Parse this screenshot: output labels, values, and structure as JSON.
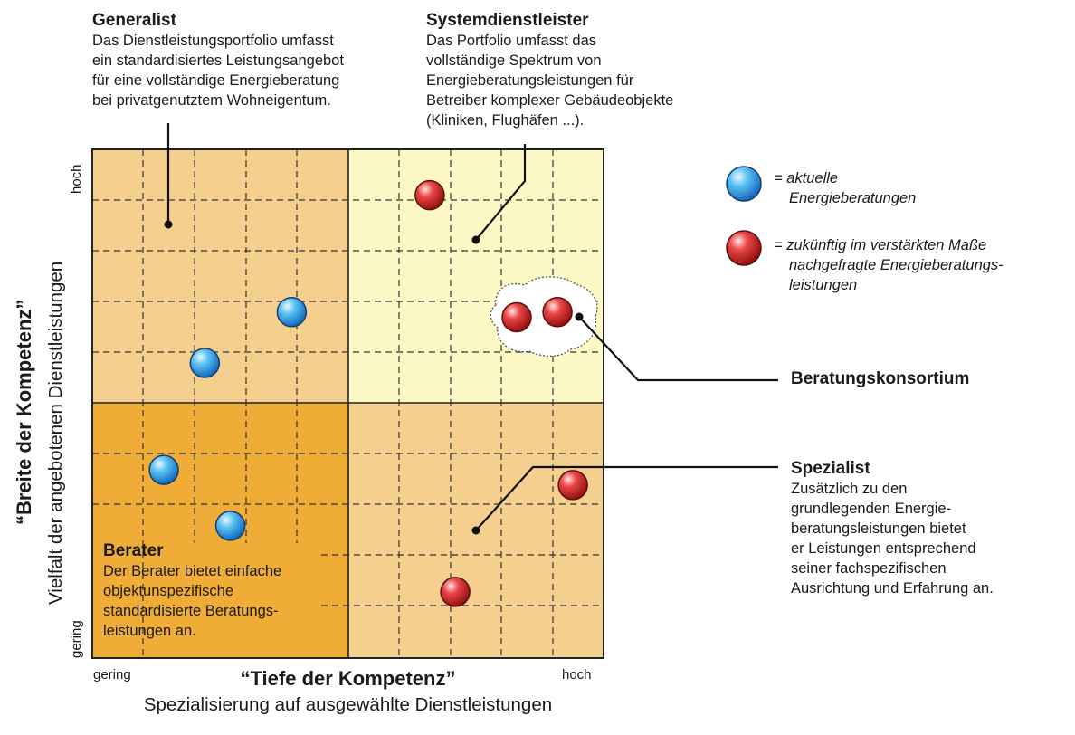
{
  "quadrants": {
    "generalist": {
      "title": "Generalist",
      "lines": [
        "Das Dienstleistungsportfolio umfasst",
        "ein standardisiertes Leistungsangebot",
        "für eine vollständige Energieberatung",
        "bei privatgenutztem Wohneigentum."
      ]
    },
    "systemdienstleister": {
      "title": "Systemdienstleister",
      "lines": [
        "Das Portfolio umfasst das",
        "vollständige Spektrum von",
        "Energieberatungsleistungen für",
        "Betreiber komplexer Gebäudeobjekte",
        "(Kliniken, Flughäfen ...)."
      ]
    },
    "berater": {
      "title": "Berater",
      "lines": [
        "Der Berater bietet einfache",
        "objektunspezifische",
        "standardisierte Beratungs-",
        "leistungen an."
      ]
    },
    "spezialist": {
      "title": "Spezialist",
      "lines": [
        "Zusätzlich zu den",
        "grundlegenden Energie-",
        "beratungsleistungen bietet",
        "er Leistungen entsprechend",
        "seiner fachspezifischen",
        "Ausrichtung und Erfahrung an."
      ]
    }
  },
  "consortium": {
    "label": "Beratungskonsortium"
  },
  "legend": {
    "current": {
      "lines": [
        "= aktuelle",
        "Energieberatungen"
      ]
    },
    "future": {
      "lines": [
        "= zukünftig im verstärkten Maße",
        "nachgefragte Energieberatungs-",
        "leistungen"
      ]
    }
  },
  "axes": {
    "x": {
      "title": "“Tiefe der Kompetenz”",
      "subtitle": "Spezialisierung auf ausgewählte Dienstleistungen",
      "low": "gering",
      "high": "hoch"
    },
    "y": {
      "title": "“Breite der Kompetenz”",
      "subtitle": "Vielfalt der angebotenen Dienstleistungen",
      "low": "gering",
      "high": "hoch"
    }
  },
  "colors": {
    "quadrant_generalist": "#f4cf8e",
    "quadrant_system": "#fdf9c6",
    "quadrant_berater": "#efad37",
    "quadrant_spezialist": "#f4cf8e",
    "current_ball": "#2ea3e6",
    "future_ball": "#d41e1e"
  },
  "chart_data": {
    "type": "scatter",
    "xlim": [
      0,
      10
    ],
    "ylim": [
      0,
      10
    ],
    "series": [
      {
        "name": "= aktuelle Energieberatungen",
        "color": "#2ea3e6",
        "points": [
          [
            3.9,
            6.8
          ],
          [
            2.2,
            5.8
          ],
          [
            1.4,
            3.7
          ],
          [
            2.7,
            2.6
          ]
        ]
      },
      {
        "name": "= zukünftig im verstärkten Maße nachgefragte Energieberatungsleistungen",
        "color": "#d41e1e",
        "points": [
          [
            6.6,
            9.1
          ],
          [
            8.3,
            6.7
          ],
          [
            9.1,
            6.8
          ],
          [
            9.4,
            3.4
          ],
          [
            7.1,
            1.3
          ]
        ]
      }
    ]
  }
}
